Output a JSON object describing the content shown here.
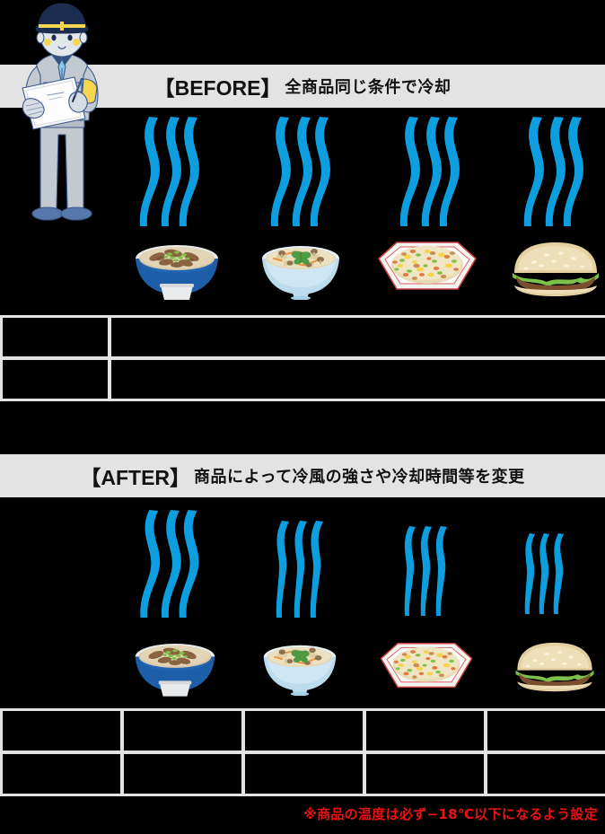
{
  "page": {
    "background_color": "#000000",
    "panel_color": "#e3e3e3",
    "accent_blue": "#0d9ee0",
    "warning_color": "#ee1111"
  },
  "worker": {
    "name": "factory-inspector-illustration",
    "helmet_color": "#1c2d4f",
    "helmet_stripe_color": "#f5d64e",
    "uniform_color": "#b9c0c9",
    "armband_color": "#f5d64e",
    "clipboard_color": "#f2f3f5"
  },
  "sections": [
    {
      "id": "before",
      "tag": "【BEFORE】",
      "subtitle": "全商品同じ条件で冷却",
      "airflow": [
        {
          "label": "strong",
          "strokes": 3,
          "height": 125,
          "width": 66,
          "thickness": 11
        },
        {
          "label": "strong",
          "strokes": 3,
          "height": 125,
          "width": 66,
          "thickness": 11
        },
        {
          "label": "strong",
          "strokes": 3,
          "height": 125,
          "width": 66,
          "thickness": 11
        },
        {
          "label": "strong",
          "strokes": 3,
          "height": 125,
          "width": 66,
          "thickness": 11
        }
      ],
      "foods": [
        {
          "name": "beef-rice-bowl",
          "label": "牛丼",
          "scale": 1.0
        },
        {
          "name": "mushroom-soup-bowl",
          "label": "きのこ汁",
          "scale": 1.0
        },
        {
          "name": "fried-rice-plate",
          "label": "チャーハン",
          "scale": 1.0
        },
        {
          "name": "hamburger",
          "label": "ハンバーガー",
          "scale": 1.0
        }
      ],
      "table": {
        "columns": 2,
        "rows": 2,
        "cells": [
          [
            "",
            ""
          ],
          [
            "",
            ""
          ]
        ]
      }
    },
    {
      "id": "after",
      "tag": "【AFTER】",
      "subtitle": "商品によって冷風の強さや冷却時間等を変更",
      "airflow": [
        {
          "label": "strong",
          "strokes": 3,
          "height": 120,
          "width": 64,
          "thickness": 11
        },
        {
          "label": "medium",
          "strokes": 3,
          "height": 105,
          "width": 56,
          "thickness": 9
        },
        {
          "label": "medium",
          "strokes": 3,
          "height": 95,
          "width": 52,
          "thickness": 8
        },
        {
          "label": "weak",
          "strokes": 3,
          "height": 85,
          "width": 48,
          "thickness": 8
        }
      ],
      "foods": [
        {
          "name": "beef-rice-bowl",
          "label": "牛丼",
          "scale": 0.85
        },
        {
          "name": "mushroom-soup-bowl",
          "label": "きのこ汁",
          "scale": 0.82
        },
        {
          "name": "fried-rice-plate",
          "label": "チャーハン",
          "scale": 0.8
        },
        {
          "name": "hamburger",
          "label": "ハンバーガー",
          "scale": 0.78
        }
      ],
      "table": {
        "columns": 5,
        "rows": 2,
        "cells": [
          [
            "",
            "",
            "",
            "",
            ""
          ],
          [
            "",
            "",
            "",
            "",
            ""
          ]
        ]
      }
    }
  ],
  "footnote": {
    "text": "※商品の温度は必ず−18℃以下になるよう設定"
  }
}
